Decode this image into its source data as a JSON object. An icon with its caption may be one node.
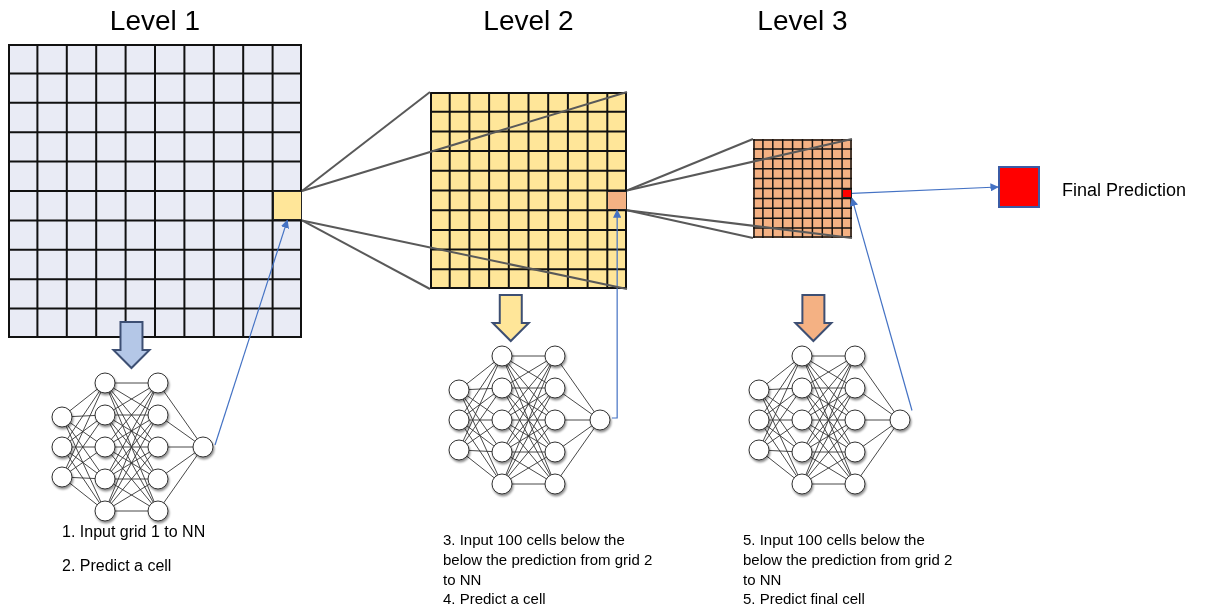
{
  "diagram": {
    "nodes": [
      {
        "text": [
          "Level 1"
        ]
      },
      {
        "text": [],
        "shape": "box",
        "in": 0
      },
      {
        "text": [
          "Level 2"
        ]
      },
      {
        "text": [],
        "shape": "box",
        "in": 2
      },
      {
        "text": [
          "Level 3"
        ]
      },
      {
        "text": [],
        "shape": "box",
        "in": 4
      },
      {
        "text": [],
        "shape": "box",
        "beside": [
          "Final Prediction"
        ]
      },
      {
        "text": [],
        "shape": "picture",
        "beside": [
          "1. Input grid 1 to NN",
          "2. Predict a cell"
        ]
      },
      {
        "text": [],
        "shape": "picture",
        "beside": [
          "3. Input 100 cells below the below the prediction from grid 2 to NN",
          "4. Predict a cell"
        ]
      },
      {
        "text": [],
        "shape": "picture",
        "beside": [
          "5. Input 100 cells below the below the prediction from grid 2 to NN",
          "5. Predict final cell"
        ]
      }
    ],
    "edges": [
      {
        "from": 7,
        "to": 1,
        "arrow": "to",
        "color": "#4472c4"
      },
      {
        "from": 8,
        "to": 3,
        "arrow": "to",
        "color": "#4472c4"
      },
      {
        "from": 9,
        "to": 5,
        "arrow": "to",
        "color": "#4472c4"
      },
      {
        "from": 5,
        "to": 6,
        "arrow": "to",
        "color": "#4472c4"
      },
      {
        "from": 0,
        "to": 7,
        "arrow": "to",
        "style": "thick",
        "color": "#b4c7e7"
      },
      {
        "from": 2,
        "to": 8,
        "arrow": "to",
        "style": "thick",
        "color": "#ffe699"
      },
      {
        "from": 4,
        "to": 9,
        "arrow": "to",
        "style": "thick",
        "color": "#f4b183"
      },
      {
        "from": 1,
        "to": 2,
        "arrow": "none"
      },
      {
        "from": 1,
        "to": 2,
        "arrow": "none"
      },
      {
        "from": 1,
        "to": 2,
        "arrow": "none"
      },
      {
        "from": 1,
        "to": 2,
        "arrow": "none"
      },
      {
        "from": 3,
        "to": 4,
        "arrow": "none"
      },
      {
        "from": 3,
        "to": 4,
        "arrow": "none"
      },
      {
        "from": 3,
        "to": 4,
        "arrow": "none"
      },
      {
        "from": 3,
        "to": 4,
        "arrow": "none"
      }
    ]
  }
}
